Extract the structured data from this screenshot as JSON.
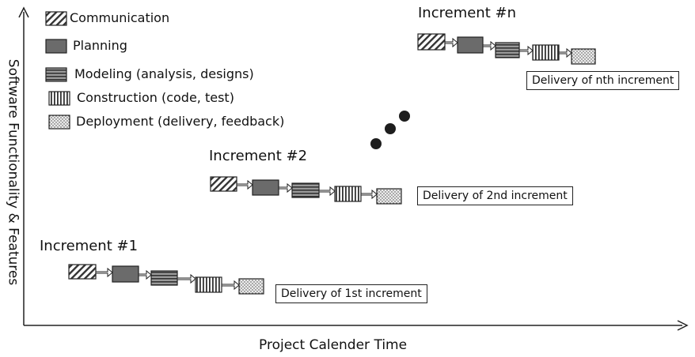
{
  "axes": {
    "x_label": "Project Calender Time",
    "y_label": "Software Functionality & Features"
  },
  "legend": [
    {
      "label": "Communication",
      "pattern": "diagonal-hatch"
    },
    {
      "label": "Planning",
      "pattern": "solid-gray"
    },
    {
      "label": "Modeling (analysis, designs)",
      "pattern": "horizontal-stripes"
    },
    {
      "label": "Construction (code, test)",
      "pattern": "vertical-stripes"
    },
    {
      "label": "Deployment (delivery, feedback)",
      "pattern": "dotted"
    }
  ],
  "increments": [
    {
      "title": "Increment #1",
      "delivery": "Delivery of 1st increment"
    },
    {
      "title": "Increment #2",
      "delivery": "Delivery of 2nd increment"
    },
    {
      "title": "Increment #n",
      "delivery": "Delivery of nth increment"
    }
  ],
  "colors": {
    "line": "#222222",
    "planning_fill": "#6b6b6b",
    "modeling_fill": "#7a7a7a",
    "dot": "#1e1e1e"
  }
}
